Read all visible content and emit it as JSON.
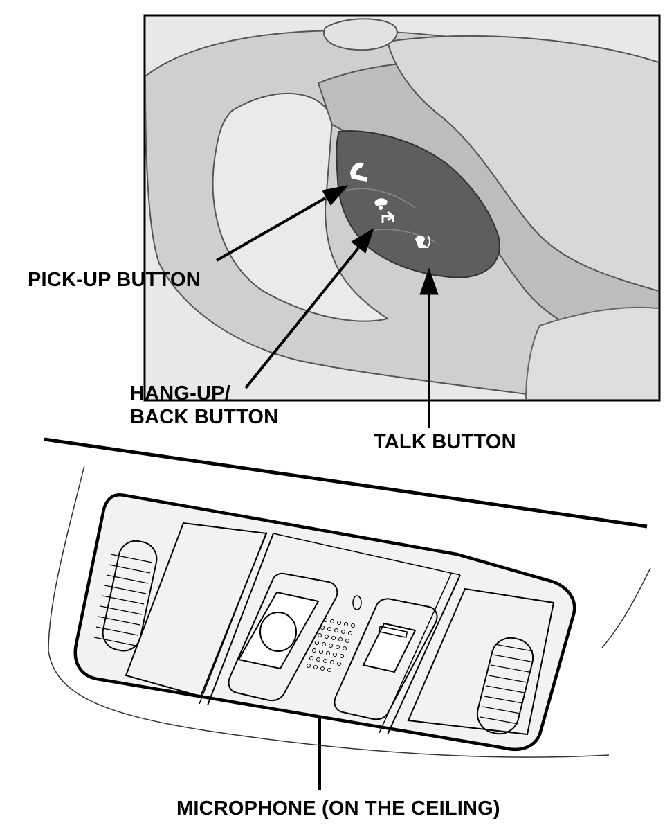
{
  "labels": {
    "pickup": "PICK-UP BUTTON",
    "hangup_line1": "HANG-UP/",
    "hangup_line2": "BACK BUTTON",
    "talk": "TALK BUTTON",
    "microphone": "MICROPHONE (ON THE CEILING)"
  },
  "icons": {
    "pickup": "phone-handset-icon",
    "hangup": "hang-up-back-icon",
    "talk": "voice-talk-icon"
  },
  "colors": {
    "wheel": "#dcdcdc",
    "panel_bg": "#e6e6e6",
    "spoke": "#c8c8c8",
    "button_pad": "#5e5e5e",
    "line": "#000000"
  }
}
